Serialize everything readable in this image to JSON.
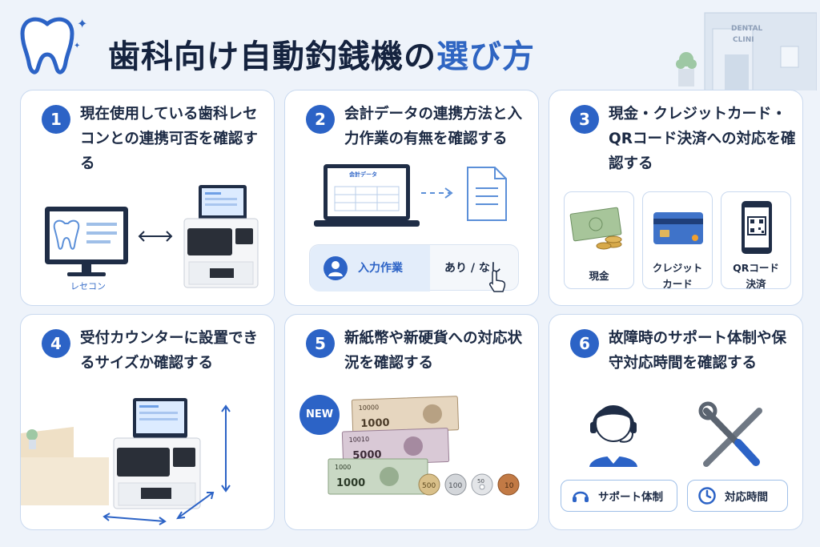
{
  "header": {
    "title_main": "歯科向け自動釣銭機の",
    "title_highlight": "選び方",
    "clinic_sign_line1": "DENTAL",
    "clinic_sign_line2": "CLINI"
  },
  "cards": [
    {
      "number": "1",
      "title": "現在使用している歯科レセコンとの連携可否を確認する",
      "monitor_label": "レセコン"
    },
    {
      "number": "2",
      "title": "会計データの連携方法と入力作業の有無を確認する",
      "screen_label": "会計データ",
      "input_label": "入力作業",
      "choice_label": "あり / なし"
    },
    {
      "number": "3",
      "title": "現金・クレジットカード・QRコード決済への対応を確認する",
      "payment_methods": [
        "現金",
        "クレジットカード",
        "QRコード決済"
      ]
    },
    {
      "number": "4",
      "title": "受付カウンターに設置できるサイズか確認する"
    },
    {
      "number": "5",
      "title": "新紙幣や新硬貨への対応状況を確認する",
      "badge": "NEW",
      "banknotes": [
        {
          "small": "10000",
          "big": "1000"
        },
        {
          "small": "10010",
          "big": "5000"
        },
        {
          "small": "1000",
          "big": "1000"
        }
      ],
      "coins": [
        "500",
        "100",
        "50",
        "10"
      ]
    },
    {
      "number": "6",
      "title": "故障時のサポート体制や保守対応時間を確認する",
      "support_label": "サポート体制",
      "hours_label": "対応時間"
    }
  ],
  "colors": {
    "accent": "#2c63c6",
    "background": "#eef3fa",
    "card_border": "#c9d9ef"
  },
  "icons": [
    "tooth-icon",
    "arrows-icon",
    "document-icon",
    "person-icon",
    "pointer-hand-icon",
    "qr-code-icon",
    "credit-card-icon",
    "cash-icon",
    "headset-person-icon",
    "tools-icon",
    "clock-icon",
    "headset-icon"
  ]
}
